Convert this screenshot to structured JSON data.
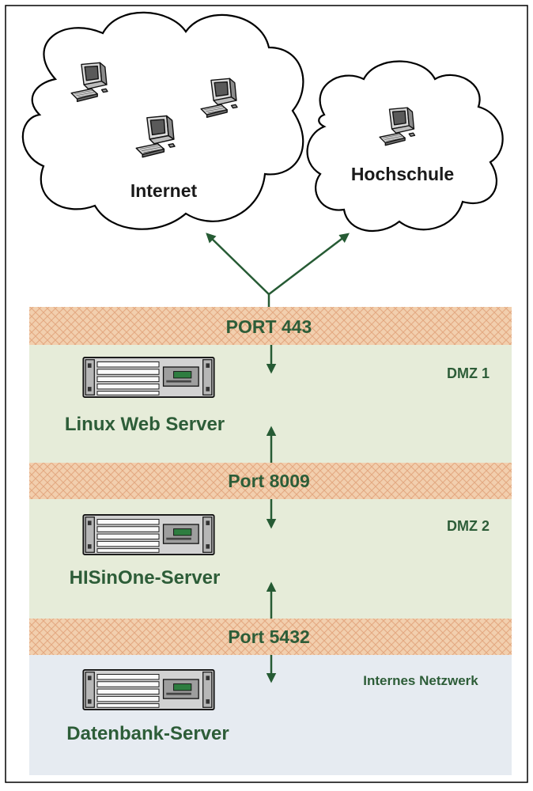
{
  "clouds": {
    "internet": {
      "label": "Internet"
    },
    "hochschule": {
      "label": "Hochschule"
    }
  },
  "ports": {
    "p443": "PORT 443",
    "p8009": "Port 8009",
    "p5432": "Port 5432"
  },
  "zones": {
    "dmz1": "DMZ 1",
    "dmz2": "DMZ 2",
    "intern": "Internes Netzwerk"
  },
  "servers": {
    "web": "Linux Web Server",
    "app": "HISinOne-Server",
    "db": "Datenbank-Server"
  },
  "colors": {
    "zone_green": "#e6ecd9",
    "zone_blue": "#e6ebf1",
    "port_band": "#f2cfae",
    "port_hatch": "#e3a982",
    "text_green": "#2d5d38",
    "arrow_green": "#265b34"
  }
}
